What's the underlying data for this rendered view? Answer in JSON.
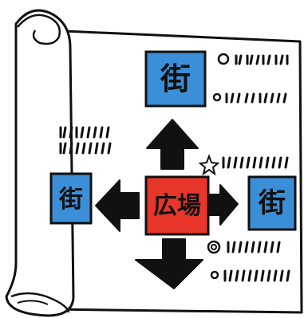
{
  "illustration": {
    "subject": "scroll-map",
    "center_tile": {
      "glyph": "広場",
      "color": "#e8362a"
    },
    "top_tile": {
      "glyph": "街",
      "color": "#3b8fd8"
    },
    "right_tile": {
      "glyph": "街",
      "color": "#3b8fd8"
    },
    "left_tile": {
      "glyph": "街",
      "color": "#3b8fd8"
    },
    "markers": [
      "circle-marker",
      "star-marker",
      "spiral-marker"
    ],
    "colors": {
      "ink": "#111111",
      "paper": "#ffffff",
      "blue": "#3b8fd8",
      "red": "#e8362a"
    }
  }
}
